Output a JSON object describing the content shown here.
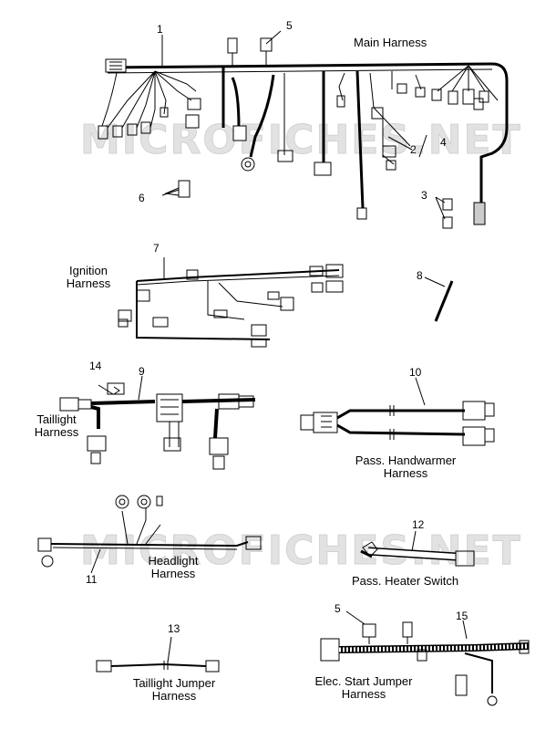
{
  "watermark": "MICROFICHES.NET",
  "callouts": [
    "1",
    "5",
    "6",
    "4",
    "2",
    "3",
    "7",
    "8",
    "14",
    "9",
    "10",
    "11",
    "12",
    "13",
    "5",
    "15"
  ],
  "captions": {
    "main": "Main Harness",
    "ignition": [
      "Ignition",
      "Harness"
    ],
    "taillight": [
      "Taillight",
      "Harness"
    ],
    "handwarmer": [
      "Pass. Handwarmer",
      "Harness"
    ],
    "headlight": [
      "Headlight",
      "Harness"
    ],
    "heater_switch": "Pass. Heater Switch",
    "taillight_jumper": [
      "Taillight Jumper",
      "Harness"
    ],
    "elec_start": [
      "Elec. Start Jumper",
      "Harness"
    ]
  },
  "colors": {
    "ink": "#000000",
    "watermark": "#e2e2e2"
  }
}
